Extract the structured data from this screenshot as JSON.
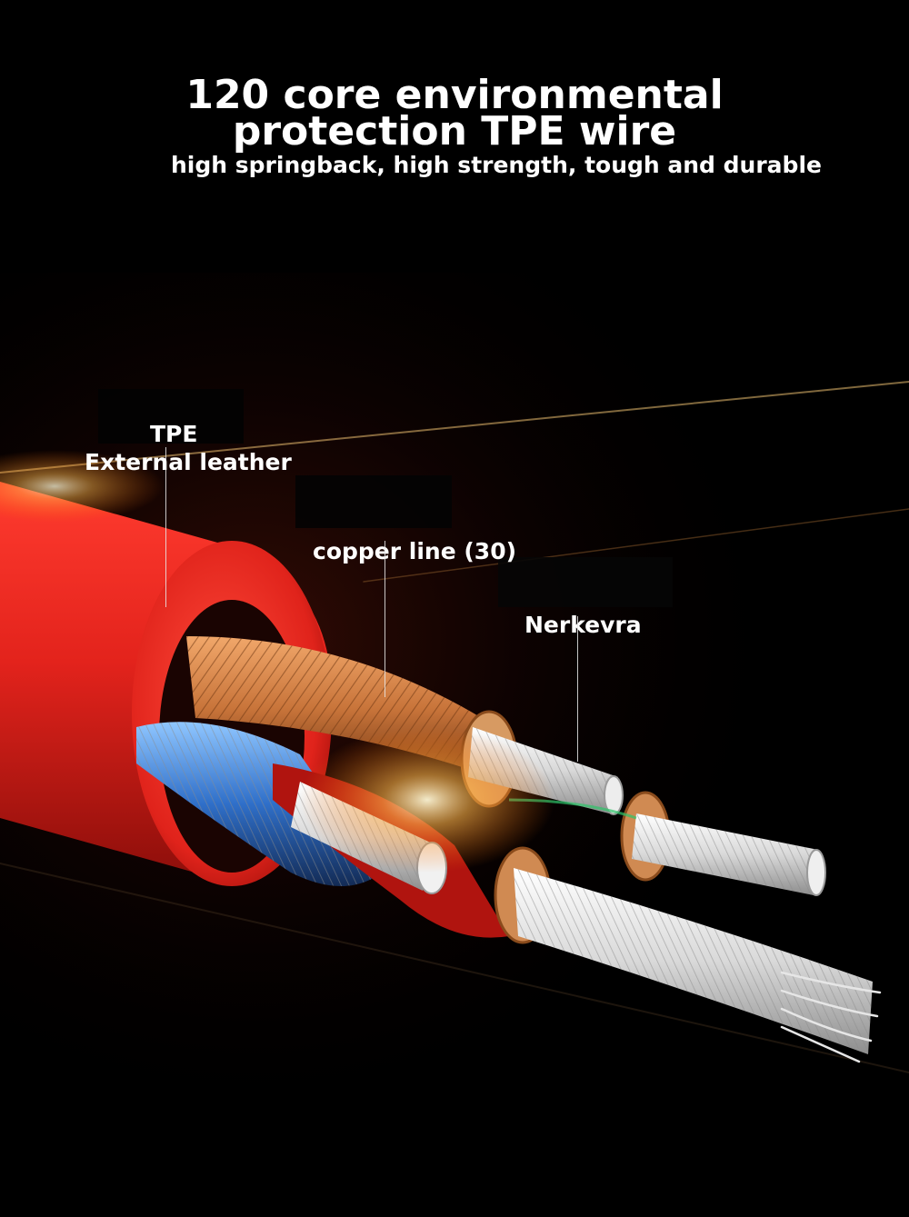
{
  "heading": {
    "line1": "120 core environmental",
    "line2": "protection TPE wire",
    "subtitle": "high springback, high strength, tough and durable"
  },
  "labels": {
    "tpe": "TPE",
    "external_leather": "External leather",
    "copper_line": "copper line (30)",
    "nerkevra": "Nerkevra"
  },
  "colors": {
    "background": "#000000",
    "jacket_red": "#e3231c",
    "copper": "#c8743a",
    "strand_silver": "#d9d9d9",
    "glow": "#ffb347"
  },
  "icons": [
    "cable-cross-section-illustration"
  ]
}
